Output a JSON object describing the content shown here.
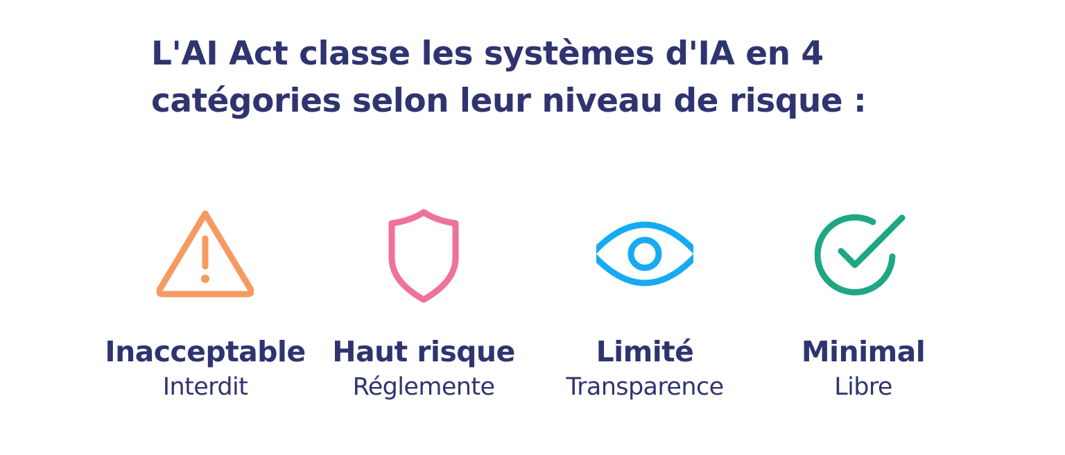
{
  "title": {
    "line1": "L'AI Act classe les systèmes d'IA en 4",
    "line2": "catégories selon leur niveau de risque :"
  },
  "categories": [
    {
      "name": "Inacceptable",
      "subtitle": "Interdit",
      "icon": "warning-triangle-icon",
      "color": "#f59a62"
    },
    {
      "name": "Haut risque",
      "subtitle": "Réglemente",
      "icon": "shield-icon",
      "color": "#ef7299"
    },
    {
      "name": "Limité",
      "subtitle": "Transparence",
      "icon": "eye-icon",
      "color": "#16aaf2"
    },
    {
      "name": "Minimal",
      "subtitle": "Libre",
      "icon": "check-circle-icon",
      "color": "#1fa784"
    }
  ],
  "colors": {
    "text": "#2f3470",
    "background": "#ffffff"
  }
}
